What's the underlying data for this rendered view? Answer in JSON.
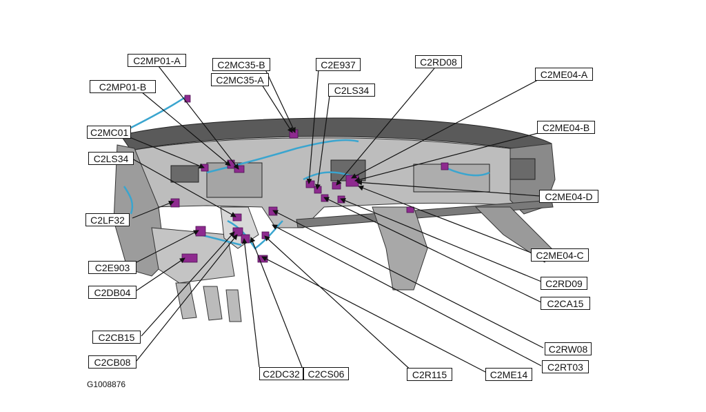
{
  "figure_id": "G1008876",
  "colors": {
    "connector": "#8e2a8f",
    "wire": "#3aa5cf",
    "frame_dark": "#4d4d4d",
    "frame_mid": "#8f8f8f",
    "frame_light": "#cfcfcf",
    "leader": "#111111"
  },
  "labels": {
    "c2mp01a": "C2MP01-A",
    "c2mc35b": "C2MC35-B",
    "c2mc35a": "C2MC35-A",
    "c2e937": "C2E937",
    "c2rd08": "C2RD08",
    "c2me04a": "C2ME04-A",
    "c2mp01b": "C2MP01-B",
    "c2ls34_top": "C2LS34",
    "c2me04b": "C2ME04-B",
    "c2mc01": "C2MC01",
    "c2ls34_left": "C2LS34",
    "c2me04d": "C2ME04-D",
    "c2lf32": "C2LF32",
    "c2me04c": "C2ME04-C",
    "c2e903": "C2E903",
    "c2rd09": "C2RD09",
    "c2db04": "C2DB04",
    "c2ca15": "C2CA15",
    "c2cb15": "C2CB15",
    "c2rw08": "C2RW08",
    "c2cb08": "C2CB08",
    "c2rt03": "C2RT03",
    "c2dc32": "C2DC32",
    "c2cs06": "C2CS06",
    "c2r115": "C2R115",
    "c2me14": "C2ME14"
  }
}
